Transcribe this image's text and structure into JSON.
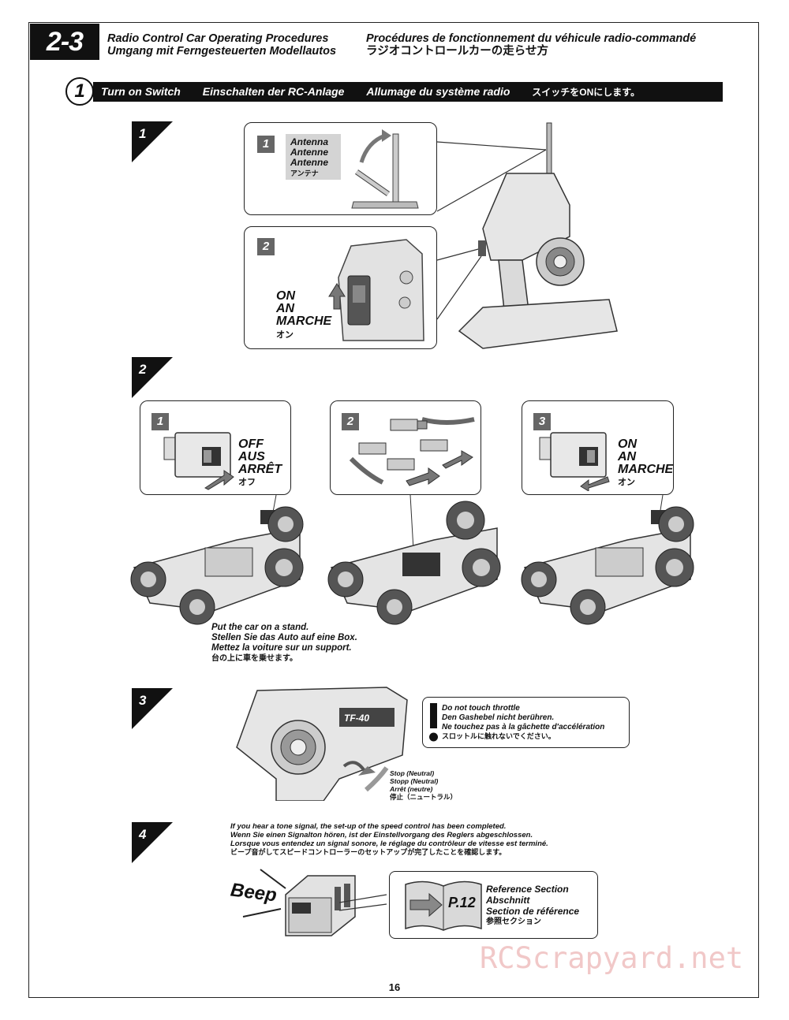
{
  "section": {
    "number": "2-3",
    "title_en": "Radio Control Car Operating Procedures",
    "title_de": "Umgang mit Ferngesteuerten Modellautos",
    "title_fr": "Procédures de fonctionnement du véhicule radio-commandé",
    "title_jp": "ラジオコントロールカーの走らせ方"
  },
  "subsection": {
    "number": "1",
    "en": "Turn on Switch",
    "de": "Einschalten der RC-Anlage",
    "fr": "Allumage du système radio",
    "jp": "スイッチをONにします。"
  },
  "steps": {
    "s1": "1",
    "s2": "2",
    "s3": "3",
    "s4": "4"
  },
  "step1": {
    "callout1": {
      "num": "1",
      "l1": "Antenna",
      "l2": "Antenne",
      "l3": "Antenne",
      "jp": "アンテナ"
    },
    "callout2": {
      "num": "2",
      "l1": "ON",
      "l2": "AN",
      "l3": "MARCHE",
      "jp": "オン"
    }
  },
  "step2": {
    "c1": {
      "num": "1",
      "l1": "OFF",
      "l2": "AUS",
      "l3": "ARRÊT",
      "jp": "オフ"
    },
    "c2": {
      "num": "2"
    },
    "c3": {
      "num": "3",
      "l1": "ON",
      "l2": "AN",
      "l3": "MARCHE",
      "jp": "オン"
    },
    "stand": {
      "en": "Put the car on a stand.",
      "de": "Stellen Sie das Auto auf eine Box.",
      "fr": "Mettez la voiture sur un support.",
      "jp": "台の上に車を乗せます。"
    }
  },
  "step3": {
    "warn": {
      "en": "Do not touch throttle",
      "de": "Den Gashebel nicht berühren.",
      "fr": "Ne touchez pas à la gâchette d'accélération",
      "jp": "スロットルに触れないでください。"
    },
    "neutral": {
      "en": "Stop (Neutral)",
      "de": "Stopp (Neutral)",
      "fr": "Arrêt (neutre)",
      "jp": "停止（ニュートラル）"
    },
    "model": "TF-40"
  },
  "step4": {
    "info": {
      "en": "If you hear a tone signal, the set-up of the speed control has been completed.",
      "de": "Wenn Sie einen Signalton hören, ist der Einstellvorgang des Reglers abgeschlossen.",
      "fr": "Lorsque vous entendez un signal sonore, le réglage du contrôleur de vitesse est terminé.",
      "jp": "ビープ音がしてスピードコントローラーのセットアップが完了したことを確認します。"
    },
    "beep": "Beep",
    "ref": {
      "page": "P.12",
      "en": "Reference Section",
      "de": "Abschnitt",
      "fr": "Section de référence",
      "jp": "参照セクション"
    }
  },
  "page_number": "16",
  "watermark": "RCScrapyard.net"
}
